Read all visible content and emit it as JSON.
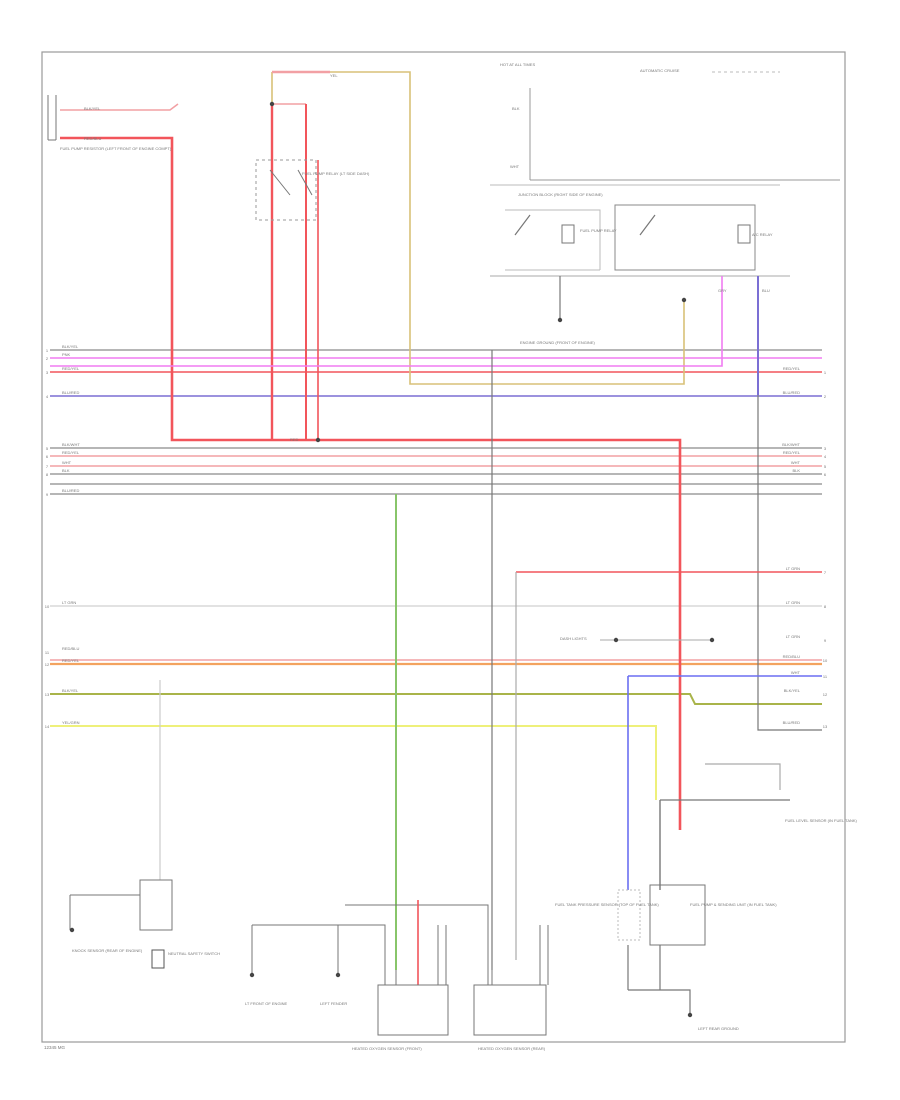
{
  "page": {
    "footer_code": "12345 MG"
  },
  "palette": {
    "frame": "#9a9a9a",
    "black": "#5a5a5a",
    "gray": "#9e9e9e",
    "red": "#f2555b",
    "pink": "#f2a0a4",
    "magenta": "#f07cf2",
    "purple": "#7b6fd4",
    "blue": "#6b6ff2",
    "tan": "#d8c178",
    "orange": "#f3a35f",
    "green": "#88c56a",
    "olive": "#a9b44a",
    "yellow": "#eef07a"
  },
  "left_harness_labels": [
    {
      "text": "BLK/YEL",
      "pin": "1"
    },
    {
      "text": "PNK",
      "pin": "2"
    },
    {
      "text": "RED/YEL",
      "pin": "3"
    },
    {
      "text": "BLU/RED",
      "pin": "4"
    },
    {
      "text": "BLK/WHT",
      "pin": "5"
    },
    {
      "text": "RED/YEL",
      "pin": "6"
    },
    {
      "text": "WHT",
      "pin": "7"
    },
    {
      "text": "BLK",
      "pin": "8"
    },
    {
      "text": "BLU/RED",
      "pin": "9"
    },
    {
      "text": "LT GRN",
      "pin": "10"
    },
    {
      "text": "RED/BLU",
      "pin": "11"
    },
    {
      "text": "RED/YEL",
      "pin": "12"
    },
    {
      "text": "BLK/YEL",
      "pin": "13"
    },
    {
      "text": "YEL/GRN",
      "pin": "14"
    }
  ],
  "right_harness_labels": [
    {
      "text": "RED/YEL",
      "pin": "1"
    },
    {
      "text": "BLU/RED",
      "pin": "2"
    },
    {
      "text": "BLK/WHT",
      "pin": "3"
    },
    {
      "text": "RED/YEL",
      "pin": "4"
    },
    {
      "text": "WHT",
      "pin": "5"
    },
    {
      "text": "BLK",
      "pin": "6"
    },
    {
      "text": "LT GRN",
      "pin": "7"
    },
    {
      "text": "LT GRN",
      "pin": "8"
    },
    {
      "text": "LT GRN",
      "pin": "9"
    },
    {
      "text": "RED/BLU",
      "pin": "10"
    },
    {
      "text": "WHT",
      "pin": "11"
    },
    {
      "text": "BLK/YEL",
      "pin": "12"
    },
    {
      "text": "BLU/RED",
      "pin": "13"
    }
  ],
  "components": {
    "fuel_pump_resistor": "FUEL PUMP RESISTOR (LEFT FRONT OF ENGINE COMPT)",
    "fuel_pump_relay": "FUEL PUMP RELAY (LT SIDE DASH)",
    "hot_at_all_times": "HOT AT ALL TIMES",
    "cruise_module": "AUTOMATIC CRUISE",
    "right_box": "JUNCTION BLOCK (RIGHT SIDE OF ENGINE)",
    "relay_a": "FUEL PUMP RELAY",
    "relay_b": "A/C RELAY",
    "ground_top": "ENGINE GROUND (FRONT OF ENGINE)",
    "dash_lights": "DASH LIGHTS",
    "fuel_level": "FUEL LEVEL SENSOR (IN FUEL TANK)",
    "fuel_tank_sensor": "FUEL TANK PRESSURE SENSOR (TOP OF FUEL TANK)",
    "fuel_pump_unit": "FUEL PUMP & SENDING UNIT (IN FUEL TANK)",
    "ground_bottom": "LEFT REAR GROUND",
    "knock_sensor": "KNOCK SENSOR (REAR OF ENGINE)",
    "left_ground_a": "LT FRONT OF ENGINE",
    "left_ground_b": "LEFT FENDER",
    "switch": "NEUTRAL SAFETY SWITCH",
    "connector_a": "HEATED OXYGEN SENSOR (FRONT)",
    "connector_b": "HEATED OXYGEN SENSOR (REAR)"
  },
  "wire_labels": {
    "blk_yel": "BLK/YEL",
    "red_blu": "RED/BLU",
    "red": "RED",
    "blk": "BLK",
    "yel": "YEL",
    "wht": "WHT",
    "gry": "GRY",
    "blu": "BLU"
  }
}
